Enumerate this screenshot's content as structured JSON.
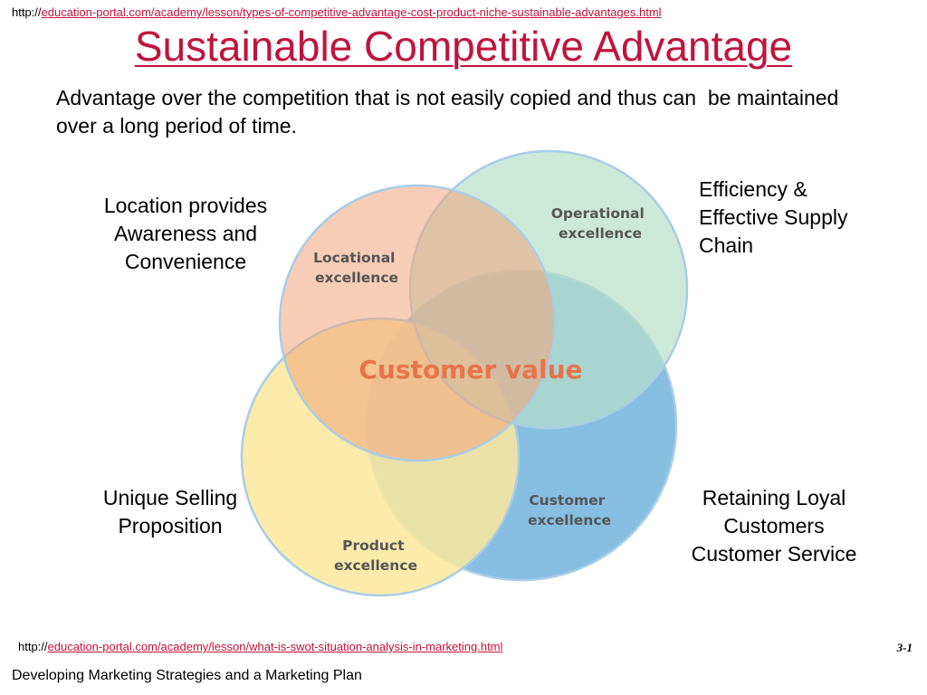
{
  "header": {
    "url_prefix": "http://",
    "url_link": "education-portal.com/academy/lesson/types-of-competitive-advantage-cost-product-niche-sustainable-advantages.html"
  },
  "title": "Sustainable Competitive Advantage",
  "definition": "Advantage over the competition that is not easily copied and thus can  be maintained over a long period of time.",
  "labels": {
    "location": "Location provides\nAwareness and\nConvenience",
    "efficiency": "Efficiency &\nEffective Supply\nChain",
    "usp": "Unique Selling\nProposition",
    "loyal": "Retaining Loyal\nCustomers\nCustomer Service"
  },
  "venn": {
    "center_label": "Customer value",
    "circles": [
      {
        "name": "locational",
        "line1": "Locational",
        "line2": "excellence",
        "color": "#f0a47c"
      },
      {
        "name": "operational",
        "line1": "Operational",
        "line2": "excellence",
        "color": "#b6dec8"
      },
      {
        "name": "product",
        "line1": "Product",
        "line2": "excellence",
        "color": "#fbe79c"
      },
      {
        "name": "customer",
        "line1": "Customer",
        "line2": "excellence",
        "color": "#7cb8e0"
      }
    ],
    "center_color": "#e8734a",
    "outline_color": "#a9cde6"
  },
  "footer_url": {
    "url_prefix": "http://",
    "url_link": "education-portal.com/academy/lesson/what-is-swot-situation-analysis-in-marketing.html"
  },
  "slide_number": "3-1",
  "footer": "Developing Marketing Strategies and a Marketing Plan"
}
